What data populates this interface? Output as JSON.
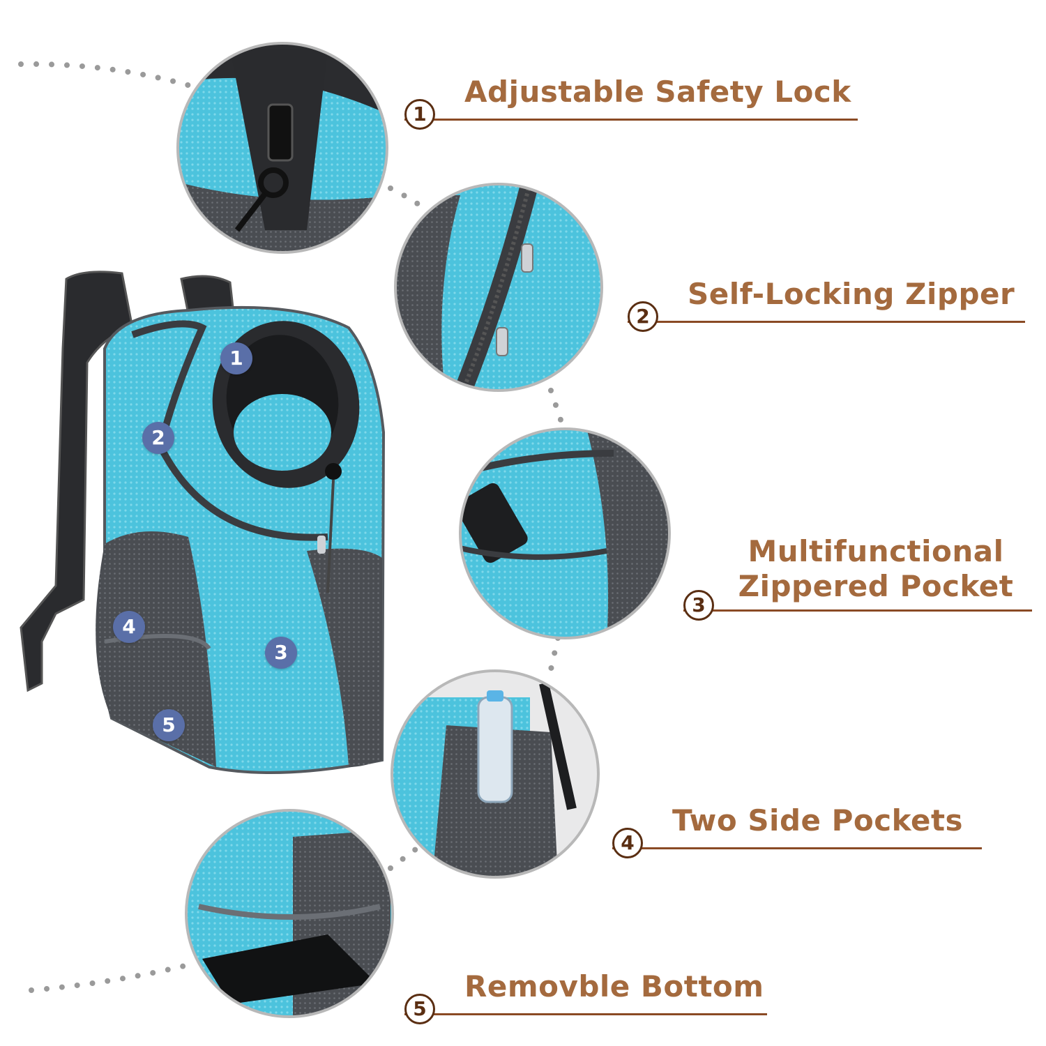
{
  "features": [
    {
      "number": "1",
      "label": "Adjustable Safety Lock"
    },
    {
      "number": "2",
      "label": "Self-Locking Zipper"
    },
    {
      "number": "3",
      "label_line1": "Multifunctional",
      "label_line2": "Zippered Pocket"
    },
    {
      "number": "4",
      "label": "Two Side Pockets"
    },
    {
      "number": "5",
      "label": "Removble Bottom"
    }
  ],
  "product_badges": [
    "1",
    "2",
    "3",
    "4",
    "5"
  ],
  "colors": {
    "mesh_blue": "#4cc3dd",
    "mesh_grey": "#4a4d52",
    "strap_black": "#2a2b2e",
    "label_brown": "#a46a3e",
    "line_brown": "#8a4a24",
    "badge_blue": "#5a6fa8",
    "dot_grey": "#9a9a9a"
  },
  "icons": [
    "backpack-illustration",
    "safety-lock-closeup",
    "zipper-closeup",
    "pocket-closeup",
    "side-pocket-closeup",
    "bottom-closeup"
  ]
}
